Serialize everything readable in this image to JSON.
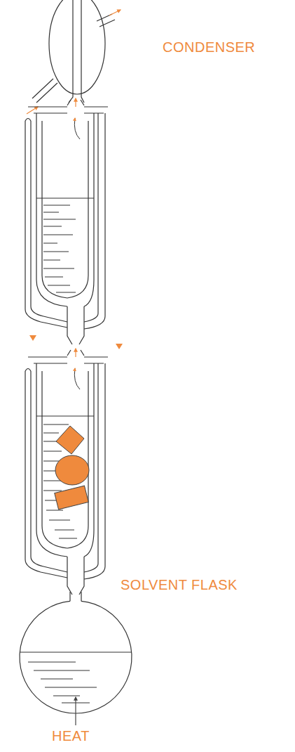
{
  "diagram": {
    "labels": [
      "CONDENSER",
      "SOLVENT FLASK",
      "HEAT"
    ]
  }
}
